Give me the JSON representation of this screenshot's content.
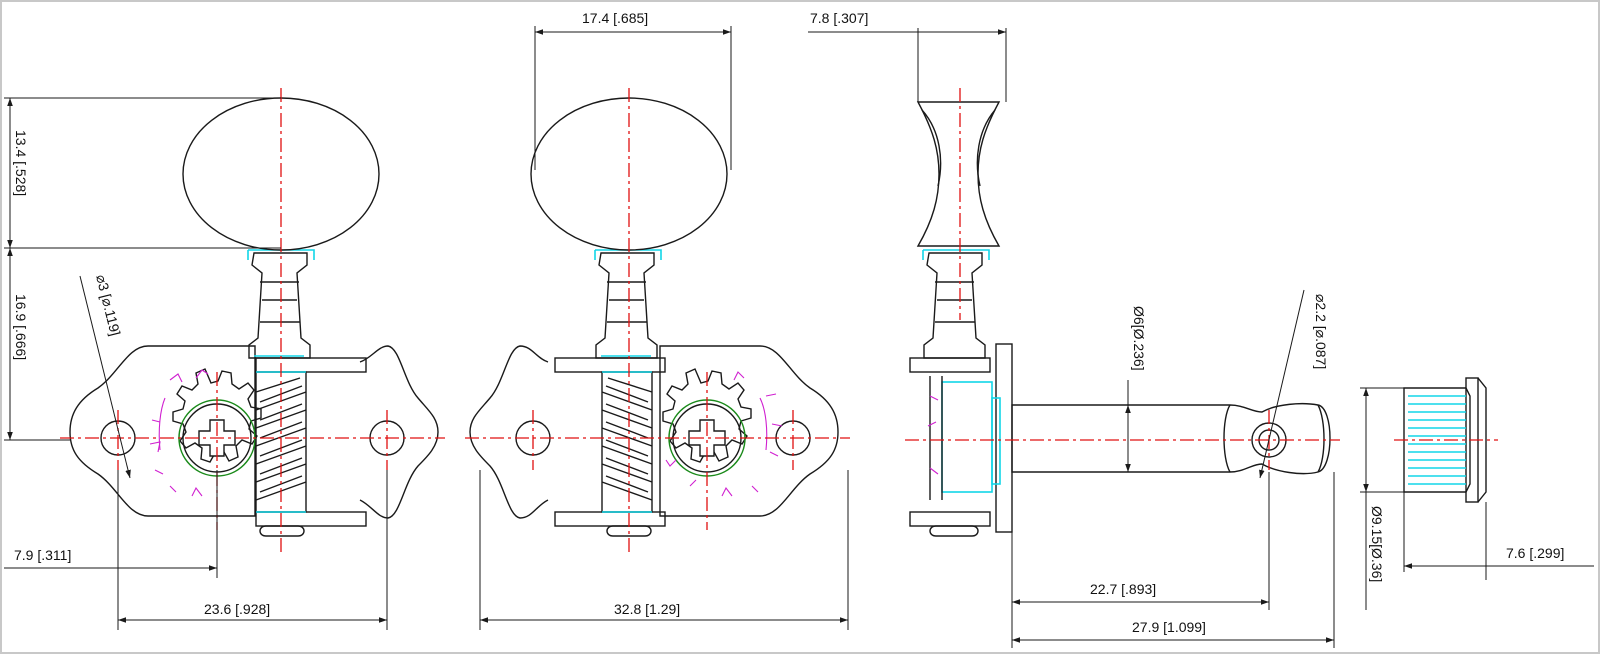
{
  "drawing": {
    "views": [
      {
        "name": "front-view-left"
      },
      {
        "name": "front-view-mirrored"
      },
      {
        "name": "side-view"
      },
      {
        "name": "bushing-view"
      }
    ],
    "dimensions": {
      "button_height": "13.4 [.528]",
      "shaft_height": "16.9 [.666]",
      "screw_hole": "⌀3 [⌀.119]",
      "gear_offset": "7.9 [.311]",
      "plate_hole_span": "23.6 [.928]",
      "button_width": "17.4 [.685]",
      "plate_width": "32.8 [1.29]",
      "button_thickness": "7.8 [.307]",
      "post_diameter": "Ø6[Ø.236]",
      "string_hole": "⌀2.2 [⌀.087]",
      "post_length_to_hole": "22.7 [.893]",
      "post_length": "27.9 [1.099]",
      "bushing_diameter": "Ø9.15[Ø.36]",
      "bushing_length": "7.6 [.299]"
    },
    "colors": {
      "outline": "#1a1a1a",
      "centerline": "#e01010",
      "highlight": "#12d6e8",
      "engraving": "#d020d0",
      "gear_ring": "#1a8a1a"
    }
  }
}
